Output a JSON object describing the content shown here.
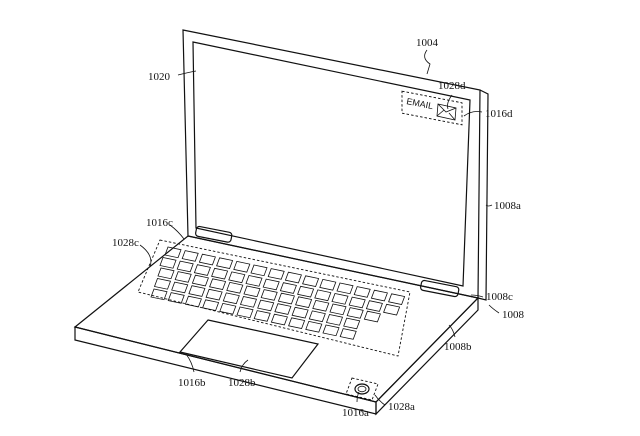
{
  "figure": {
    "labels": {
      "device": "1004",
      "display": "1020",
      "notification_region": "1028d",
      "notification_sensor": "1016d",
      "lid": "1008a",
      "keyboard_sensor": "1016c",
      "keyboard_region": "1028c",
      "hinge": "1008c",
      "housing": "1008",
      "base": "1008b",
      "trackpad_sensor": "1016b",
      "trackpad_region": "1028b",
      "button_sensor": "1016a",
      "button_region": "1028a"
    },
    "screen_notification_text": "EMAIL"
  }
}
